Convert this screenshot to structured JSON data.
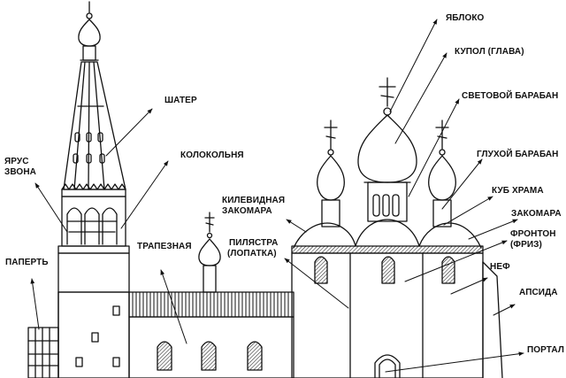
{
  "labels": {
    "yabloko": "ЯБЛОКО",
    "kupol": "КУПОЛ (ГЛАВА)",
    "svetovoy_baraban": "СВЕТОВОЙ БАРАБАН",
    "shater": "ШАТЕР",
    "kolokolnya": "КОЛОКОЛЬНЯ",
    "glukhoy_baraban": "ГЛУХОЙ БАРАБАН",
    "yarus_zvona_line1": "ЯРУС",
    "yarus_zvona_line2": "ЗВОНА",
    "kub_khrama": "КУБ ХРАМА",
    "kilevidnaya_line1": "КИЛЕВИДНАЯ",
    "kilevidnaya_line2": "ЗАКОМАРА",
    "zakomara": "ЗАКОМАРА",
    "fronton_line1": "ФРОНТОН",
    "fronton_line2": "(ФРИЗ)",
    "pilyastra_line1": "ПИЛЯСТРА",
    "pilyastra_line2": "(ЛОПАТКА)",
    "trapeznaya": "ТРАПЕЗНАЯ",
    "paperth": "ПАПЕРТЬ",
    "nef": "НЕФ",
    "apsida": "АПСИДА",
    "portal": "ПОРТАЛ"
  },
  "colors": {
    "ink": "#111111",
    "background": "#ffffff"
  }
}
